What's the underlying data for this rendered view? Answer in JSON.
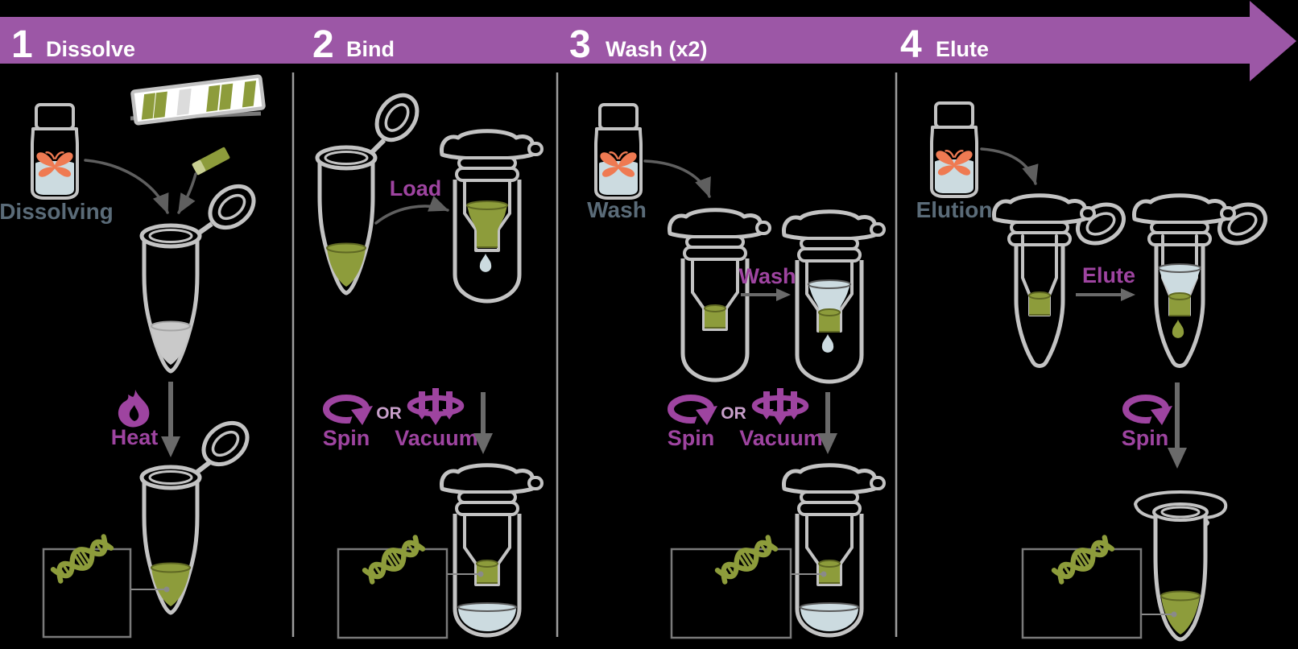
{
  "banner": {
    "steps": [
      {
        "number": "1",
        "label": "Dissolve"
      },
      {
        "number": "2",
        "label": "Bind"
      },
      {
        "number": "3",
        "label": "Wash (x2)"
      },
      {
        "number": "4",
        "label": "Elute"
      }
    ]
  },
  "step1": {
    "bottle_label": "Dissolving",
    "process_label": "Heat"
  },
  "step2": {
    "transfer_label": "Load",
    "spin_label": "Spin",
    "or_label": "OR",
    "vacuum_label": "Vacuum"
  },
  "step3": {
    "bottle_label": "Wash",
    "transfer_label": "Wash",
    "spin_label": "Spin",
    "or_label": "OR",
    "vacuum_label": "Vacuum"
  },
  "step4": {
    "bottle_label": "Elution",
    "transfer_label": "Elute",
    "spin_label": "Spin"
  },
  "icons": {
    "banner": "process-arrow-banner",
    "bottle": "reagent-bottle-icon",
    "butterfly": "butterfly-icon",
    "gel": "agarose-gel-icon",
    "gel_slice": "gel-slice-icon",
    "tube": "microcentrifuge-tube-icon",
    "spin_column": "spin-column-icon",
    "flame": "flame-icon",
    "spin": "spin-rotation-icon",
    "vacuum": "vacuum-manifold-icon",
    "dna": "dna-helix-icon",
    "droplet": "droplet-icon"
  },
  "colors": {
    "background": "#000000",
    "banner_purple": "#9c57a6",
    "banner_text": "#ffffff",
    "accent_purple": "#9e44a0",
    "or_lavender": "#c9a0cb",
    "label_slate": "#5a6b78",
    "gel_green": "#8d9c3b",
    "butterfly_orange": "#ef7a52",
    "buffer_blue": "#ccdbe0",
    "outline_gray": "#c3c3c3",
    "arrow_gray": "#5f5f5f",
    "box_gray": "#7a7a7a",
    "gel_slab_white": "#ffffff",
    "excised_band_gray": "#dcdcdc"
  }
}
